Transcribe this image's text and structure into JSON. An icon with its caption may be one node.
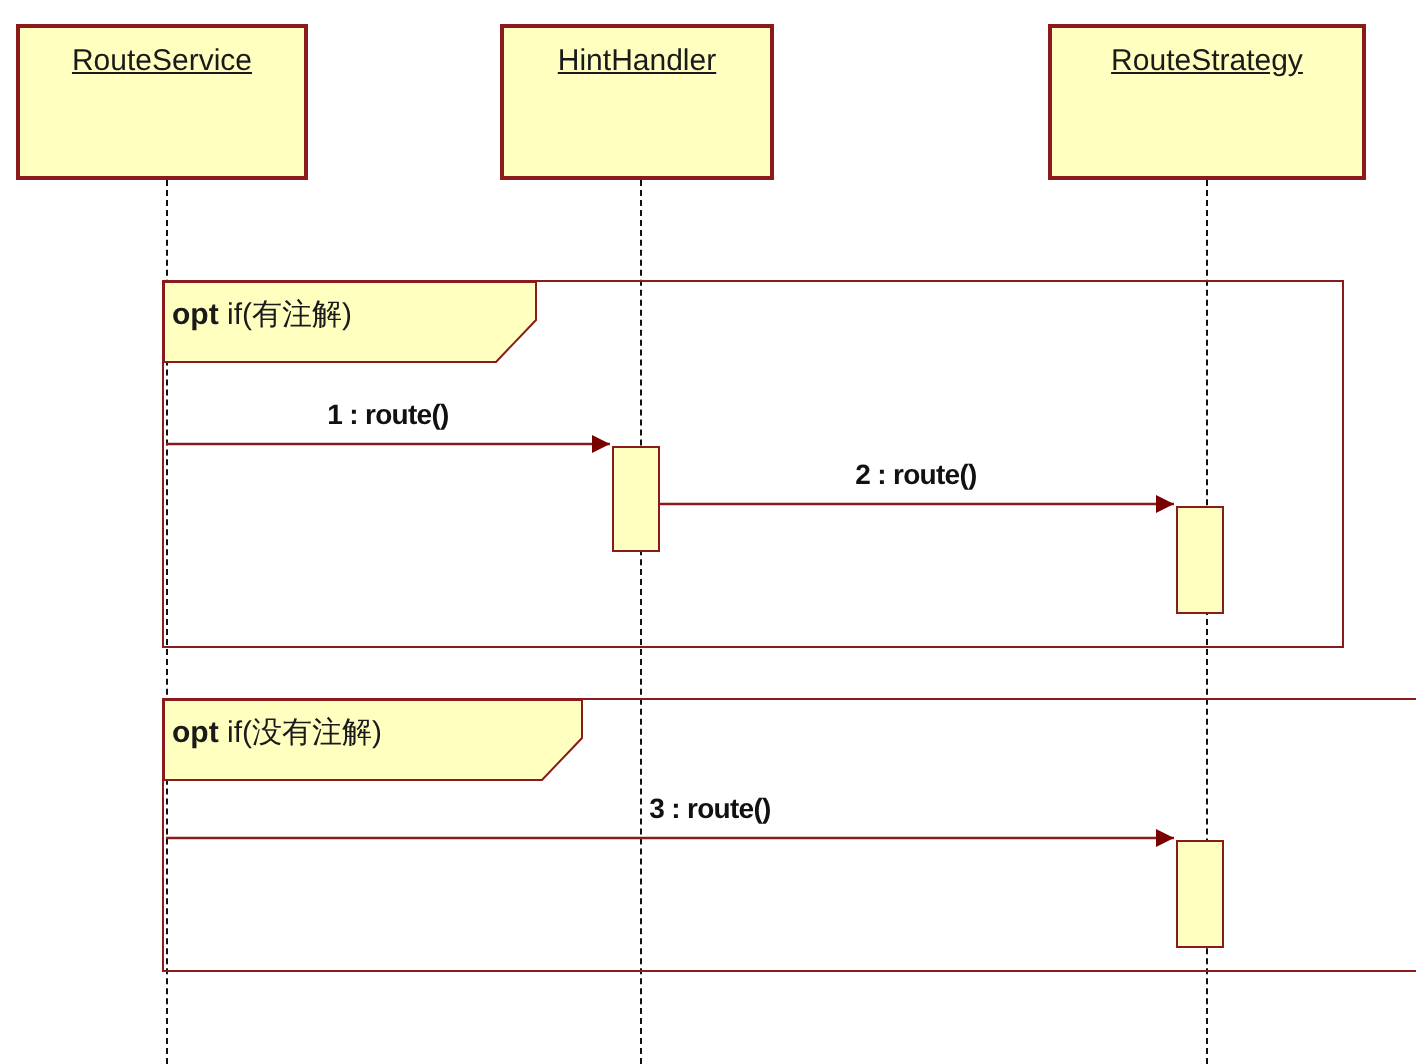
{
  "diagram": {
    "nodes": [
      {
        "text": [
          "RouteService"
        ]
      },
      {
        "text": [
          "HintHandler"
        ]
      },
      {
        "text": [
          "RouteStrategy"
        ]
      },
      {
        "text": [
          "**opt** if(有注解)"
        ]
      },
      {
        "text": [],
        "shape": "box",
        "in": 3
      },
      {
        "text": [],
        "shape": "box",
        "in": 3
      },
      {
        "text": [
          "**opt** if(没有注解)"
        ]
      },
      {
        "text": [],
        "shape": "box",
        "in": 6
      },
      {
        "text": [],
        "shape": "line"
      },
      {
        "text": [],
        "shape": "line"
      },
      {
        "text": [],
        "shape": "line"
      }
    ],
    "edges": [
      {
        "from": 8,
        "to": 4,
        "arrow": "to",
        "label": "1 : route()"
      },
      {
        "from": 4,
        "to": 5,
        "arrow": "to",
        "label": "2 : route()"
      },
      {
        "from": 8,
        "to": 7,
        "arrow": "to",
        "label": "3 : route()"
      }
    ]
  }
}
